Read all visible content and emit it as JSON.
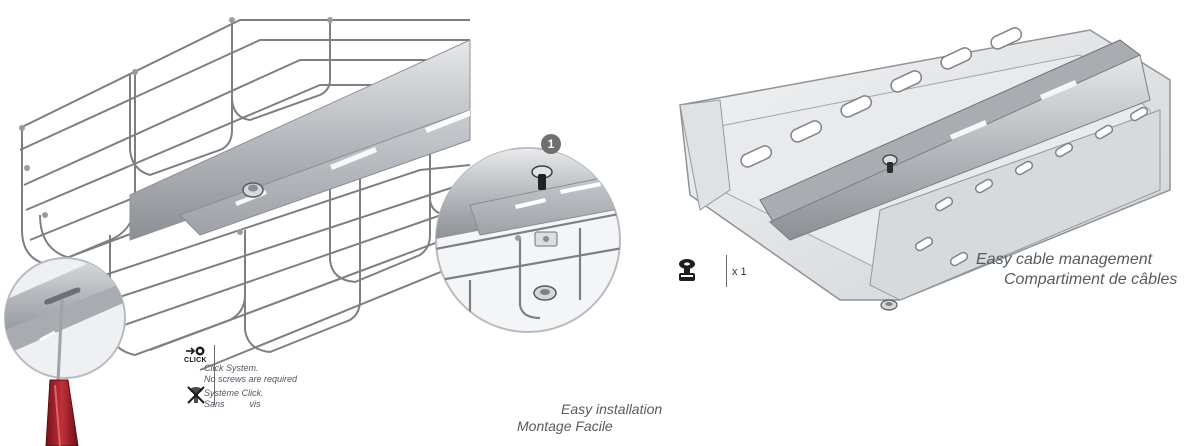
{
  "left_panel": {
    "click_logo_text": "CLICK",
    "click_system_line1": "Click System.",
    "click_system_line2": "No screws are required",
    "systeme_click_line1": "Système Click.",
    "systeme_click_line2_a": "Sans",
    "systeme_click_line2_b": "vis",
    "step_number": "1",
    "caption_en": "Easy installation",
    "caption_fr": "Montage Facile"
  },
  "right_panel": {
    "quantity_label": "x 1",
    "caption_en": "Easy cable management",
    "caption_fr": "Compartiment de câbles"
  },
  "colors": {
    "wire": "#7d7f82",
    "divider_metal": "#b9bcbf",
    "tray_metal": "#d9dcdf",
    "screwdriver_handle": "#b0202a",
    "badge": "#6f6f6f",
    "caption_text": "#555b5f"
  },
  "icons": {
    "click_system": "click-system-icon",
    "no_screw": "no-screw-icon",
    "screw_nut": "screw-nut-icon",
    "screwdriver": "screwdriver-icon"
  }
}
